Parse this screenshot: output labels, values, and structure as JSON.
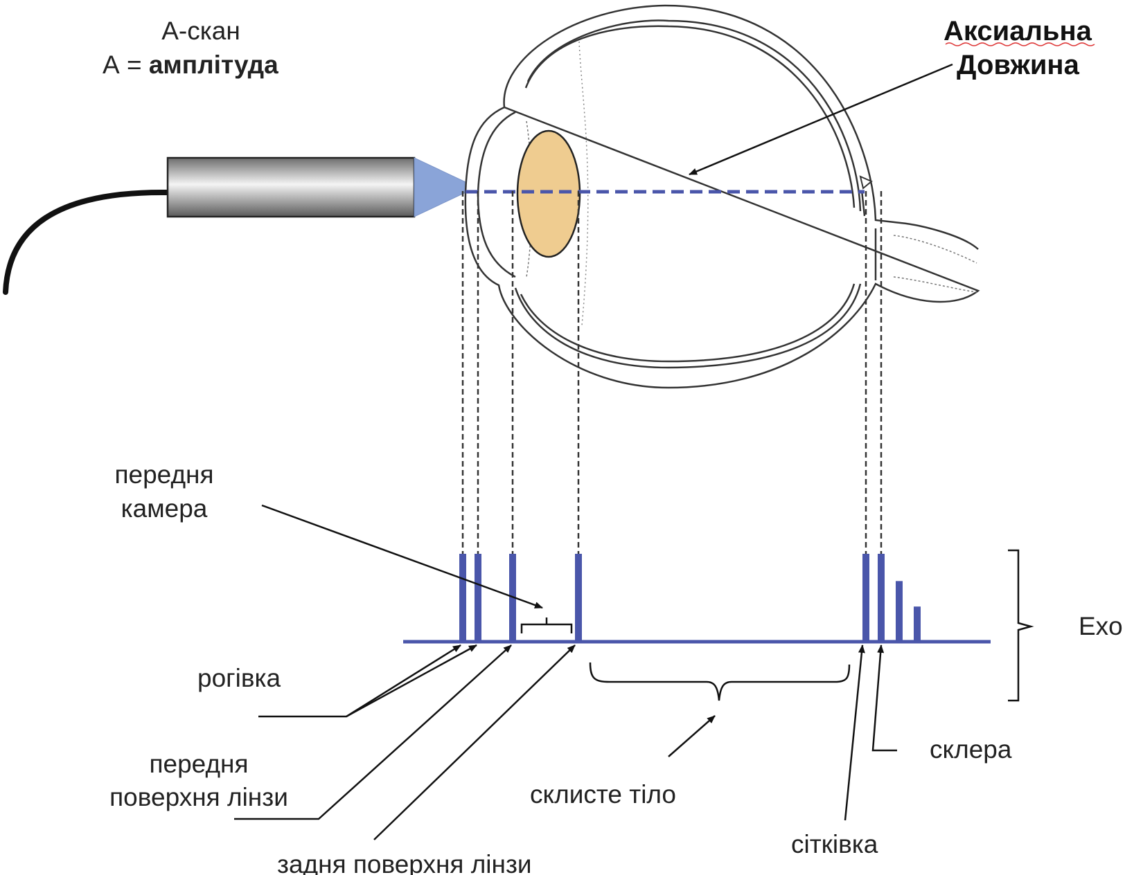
{
  "header": {
    "scan_label": "А-скан",
    "amp_prefix": "А = ",
    "amp_bold": "амплітуда"
  },
  "axial": {
    "line1": "Аксиальна",
    "line2": "Довжина"
  },
  "labels": {
    "anterior_chamber_1": "передня",
    "anterior_chamber_2": "камера",
    "cornea": "рогівка",
    "ant_lens_1": "передня",
    "ant_lens_2": "поверхня лінзи",
    "post_lens": "задня поверхня лінзи",
    "vitreous": "склисте тіло",
    "retina": "сітківка",
    "sclera": "склера",
    "echo": "Exo"
  },
  "colors": {
    "signal": "#4a56aa",
    "lens_fill": "#efcc90",
    "probe_cone": "#8aa4d8"
  },
  "chart_data": {
    "type": "bar",
    "categories": [
      "рогівка",
      "рогівка",
      "передня поверхня лінзи",
      "задня поверхня лінзи",
      "сітківка",
      "склера",
      "",
      ""
    ],
    "values": [
      1.0,
      1.0,
      1.0,
      1.0,
      1.0,
      1.0,
      0.69,
      0.4
    ]
  }
}
